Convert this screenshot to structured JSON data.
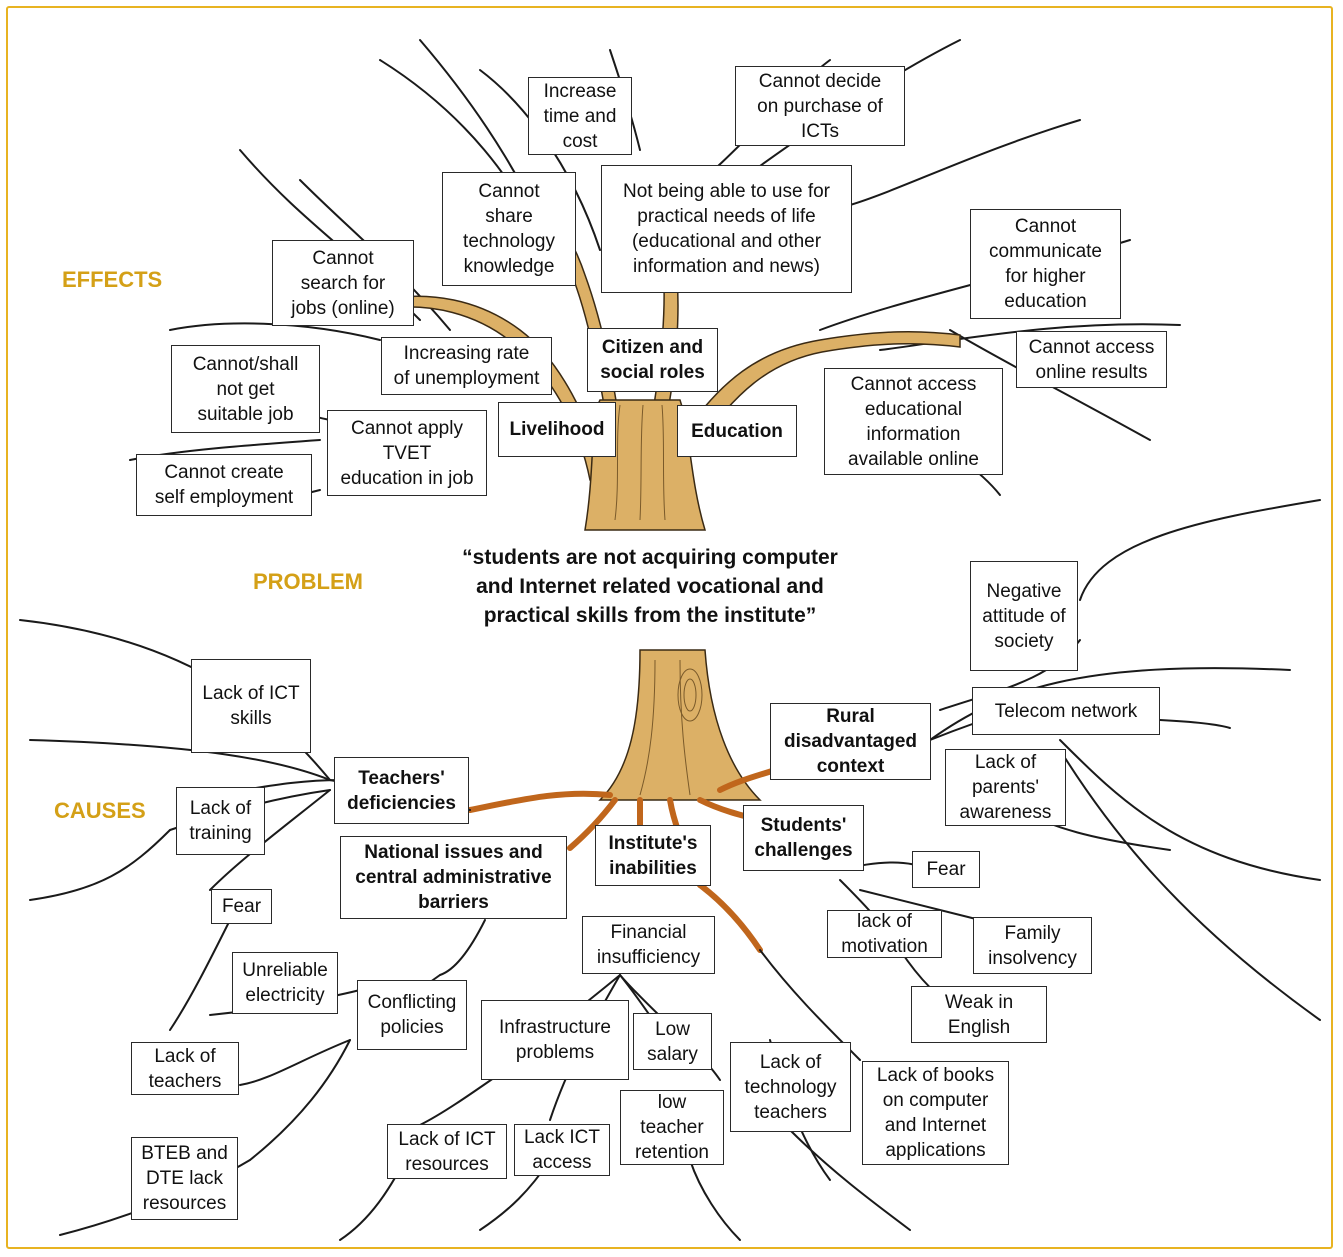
{
  "labels": {
    "effects": "EFFECTS",
    "problem": "PROBLEM",
    "causes": "CAUSES"
  },
  "problem_statement": "“students are not acquiring computer\nand Internet related vocational and\npractical skills from the institute”",
  "colors": {
    "frame": "#e8b321",
    "section_label": "#d4a017",
    "trunk": "#dcb066",
    "trunk_outline": "#3a2a14",
    "root": "#c0661c",
    "branch_line": "#1a1a1a"
  },
  "effects": {
    "categories": {
      "livelihood": "Livelihood",
      "citizen": "Citizen and\nsocial roles",
      "education": "Education"
    },
    "items": {
      "increase_time_cost": "Increase\ntime and\ncost",
      "cannot_decide_ict": "Cannot decide\non purchase of\nICTs",
      "cannot_share_tech": "Cannot\nshare\ntechnology\nknowledge",
      "not_able_use_practical": "Not being able to use for\npractical needs of life\n(educational and other\ninformation and news)",
      "cannot_search_jobs": "Cannot\nsearch for\njobs (online)",
      "cannot_communicate_higher": "Cannot\ncommunicate\nfor higher\neducation",
      "increasing_unemployment": "Increasing rate\nof unemployment",
      "cannot_access_results": "Cannot access\nonline results",
      "cannot_get_job": "Cannot/shall\nnot get\nsuitable job",
      "cannot_access_edu_info": "Cannot access\neducational\ninformation\navailable online",
      "cannot_apply_tvet": "Cannot apply\nTVET\neducation in job",
      "cannot_self_employ": "Cannot create\nself employment"
    }
  },
  "causes": {
    "categories": {
      "teachers_deficiencies": "Teachers'\ndeficiencies",
      "national_issues": "National issues and\ncentral administrative\nbarriers",
      "institute_inabilities": "Institute's\ninabilities",
      "students_challenges": "Students'\nchallenges",
      "rural_context": "Rural\ndisadvantaged\ncontext"
    },
    "items": {
      "negative_attitude": "Negative\nattitude of\nsociety",
      "telecom_network": "Telecom network",
      "lack_parents_awareness": "Lack of\nparents'\nawareness",
      "lack_ict_skills": "Lack of ICT\nskills",
      "lack_training": "Lack of\ntraining",
      "fear_teachers": "Fear",
      "fear_students": "Fear",
      "lack_motivation": "lack of\nmotivation",
      "family_insolvency": "Family\ninsolvency",
      "financial_insufficiency": "Financial\ninsufficiency",
      "unreliable_electricity": "Unreliable\nelectricity",
      "conflicting_policies": "Conflicting\npolicies",
      "weak_english": "Weak in\nEnglish",
      "infrastructure_problems": "Infrastructure\nproblems",
      "low_salary": "Low\nsalary",
      "lack_teachers": "Lack of\nteachers",
      "lack_tech_teachers": "Lack of\ntechnology\nteachers",
      "lack_books": "Lack of books\non computer\nand Internet\napplications",
      "low_retention": "low\nteacher\nretention",
      "lack_ict_resources": "Lack of ICT\nresources",
      "lack_ict_access": "Lack ICT\naccess",
      "bteb_dte": "BTEB and\nDTE lack\nresources"
    }
  }
}
